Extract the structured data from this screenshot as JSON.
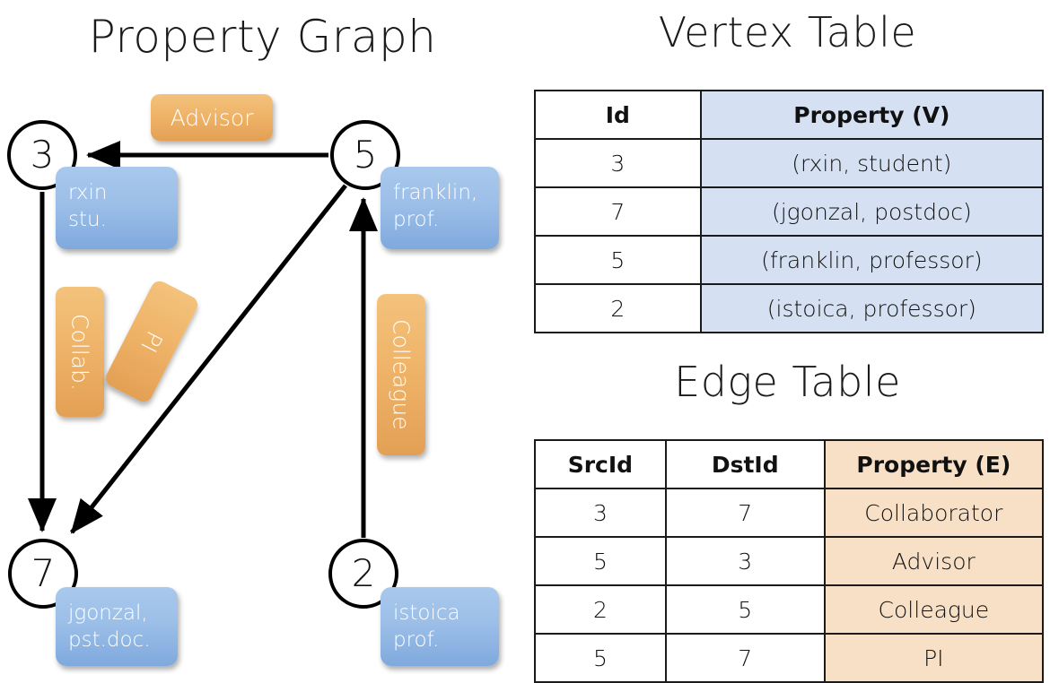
{
  "titles": {
    "property_graph": "Property Graph",
    "vertex_table": "Vertex Table",
    "edge_table": "Edge Table"
  },
  "colors": {
    "node_fill": "#ffffff",
    "node_stroke": "#000000",
    "vertex_prop_cell": "#d5e1f2",
    "edge_prop_cell": "#f8e0c6",
    "blue_box": "#9cbfe8",
    "orange_box": "#efb469",
    "edge_line": "#000000"
  },
  "graph": {
    "nodes": [
      {
        "id": "3",
        "prop_lines": [
          "rxin",
          "stu."
        ]
      },
      {
        "id": "5",
        "prop_lines": [
          "franklin,",
          "prof."
        ]
      },
      {
        "id": "7",
        "prop_lines": [
          "jgonzal,",
          "pst.doc."
        ]
      },
      {
        "id": "2",
        "prop_lines": [
          "istoica",
          "prof."
        ]
      }
    ],
    "edge_labels": {
      "advisor": "Advisor",
      "collab": "Collab.",
      "pi": "PI",
      "colleague": "Colleague"
    },
    "edges": [
      {
        "from": "5",
        "to": "3",
        "label": "Advisor"
      },
      {
        "from": "3",
        "to": "7",
        "label": "Collab."
      },
      {
        "from": "5",
        "to": "7",
        "label": "PI"
      },
      {
        "from": "2",
        "to": "5",
        "label": "Colleague"
      }
    ]
  },
  "vertex_table": {
    "headers": [
      "Id",
      "Property (V)"
    ],
    "rows": [
      {
        "id": "3",
        "property": "(rxin, student)"
      },
      {
        "id": "7",
        "property": "(jgonzal, postdoc)"
      },
      {
        "id": "5",
        "property": "(franklin, professor)"
      },
      {
        "id": "2",
        "property": "(istoica, professor)"
      }
    ]
  },
  "edge_table": {
    "headers": [
      "SrcId",
      "DstId",
      "Property (E)"
    ],
    "rows": [
      {
        "src": "3",
        "dst": "7",
        "property": "Collaborator"
      },
      {
        "src": "5",
        "dst": "3",
        "property": "Advisor"
      },
      {
        "src": "2",
        "dst": "5",
        "property": "Colleague"
      },
      {
        "src": "5",
        "dst": "7",
        "property": "PI"
      }
    ]
  }
}
